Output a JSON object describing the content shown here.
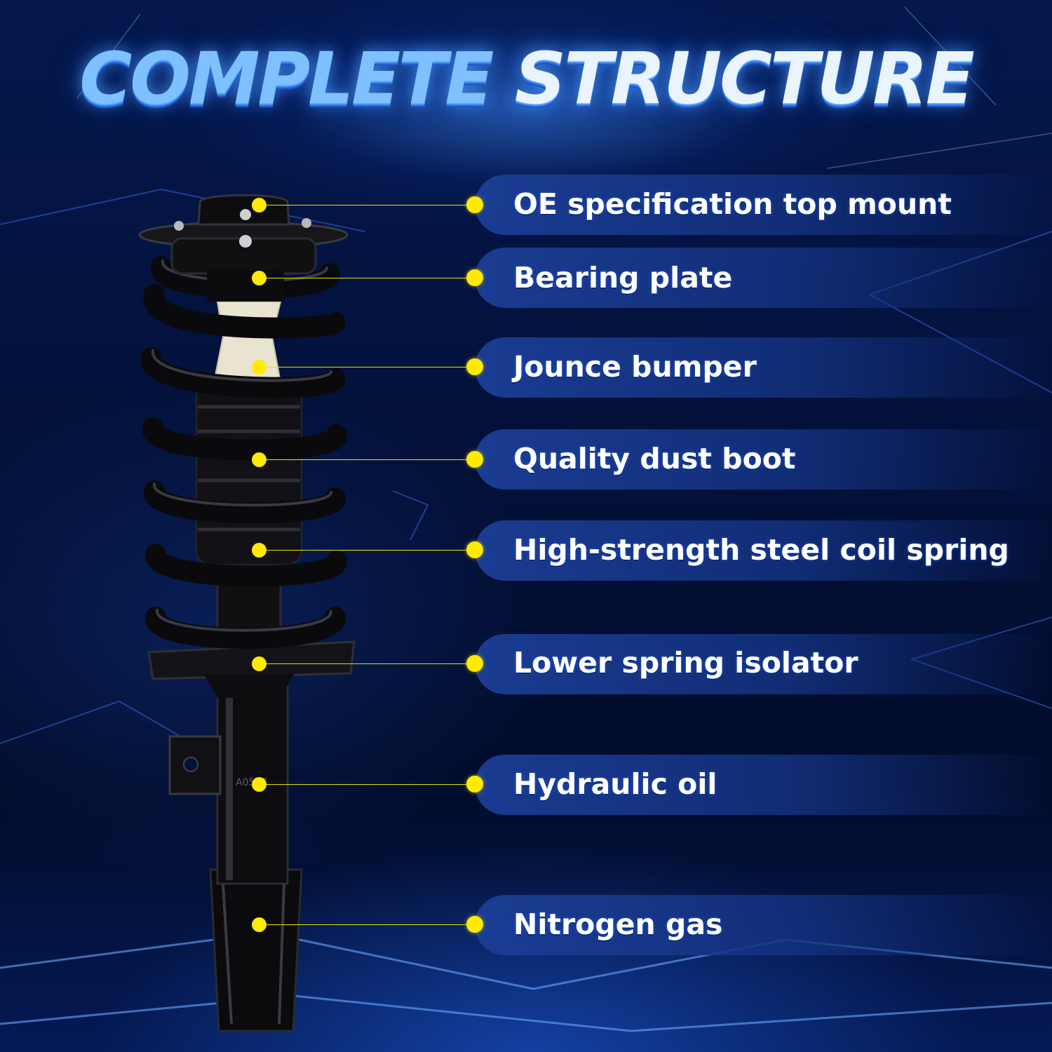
{
  "title": {
    "word1": "COMPLETE",
    "word2": "STRUCTURE"
  },
  "components": [
    {
      "label": "OE specification top mount"
    },
    {
      "label": "Bearing plate"
    },
    {
      "label": "Jounce bumper"
    },
    {
      "label": "Quality dust boot"
    },
    {
      "label": "High-strength steel coil spring"
    },
    {
      "label": "Lower spring isolator"
    },
    {
      "label": "Hydraulic oil"
    },
    {
      "label": "Nitrogen gas"
    }
  ],
  "strut_markings": "A0587",
  "colors": {
    "background": "#03123a",
    "accent_blue": "#3f8cff",
    "callout_yellow": "#ffea00",
    "pill": "#1b3e96",
    "label_text": "#ffffff"
  }
}
